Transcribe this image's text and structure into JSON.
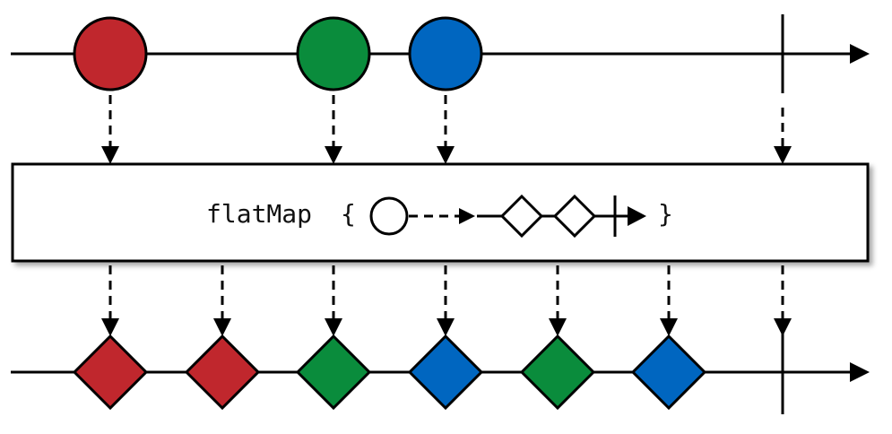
{
  "colors": {
    "red": "#c0272d",
    "green": "#0a8c3c",
    "blue": "#0066c0",
    "line": "#000000",
    "box_fill": "#ffffff",
    "shadow": "#b5b5b5"
  },
  "operator": {
    "name": "flatMap",
    "open_brace": "{",
    "close_brace": "}"
  },
  "input_items": [
    {
      "shape": "circle",
      "color": "red"
    },
    {
      "shape": "circle",
      "color": "green"
    },
    {
      "shape": "circle",
      "color": "blue"
    }
  ],
  "output_items": [
    {
      "shape": "diamond",
      "color": "red"
    },
    {
      "shape": "diamond",
      "color": "red"
    },
    {
      "shape": "diamond",
      "color": "green"
    },
    {
      "shape": "diamond",
      "color": "blue"
    },
    {
      "shape": "diamond",
      "color": "green"
    },
    {
      "shape": "diamond",
      "color": "blue"
    }
  ],
  "icons": [
    "arrowhead-icon",
    "completion-tick-icon",
    "circle-icon",
    "diamond-icon"
  ]
}
